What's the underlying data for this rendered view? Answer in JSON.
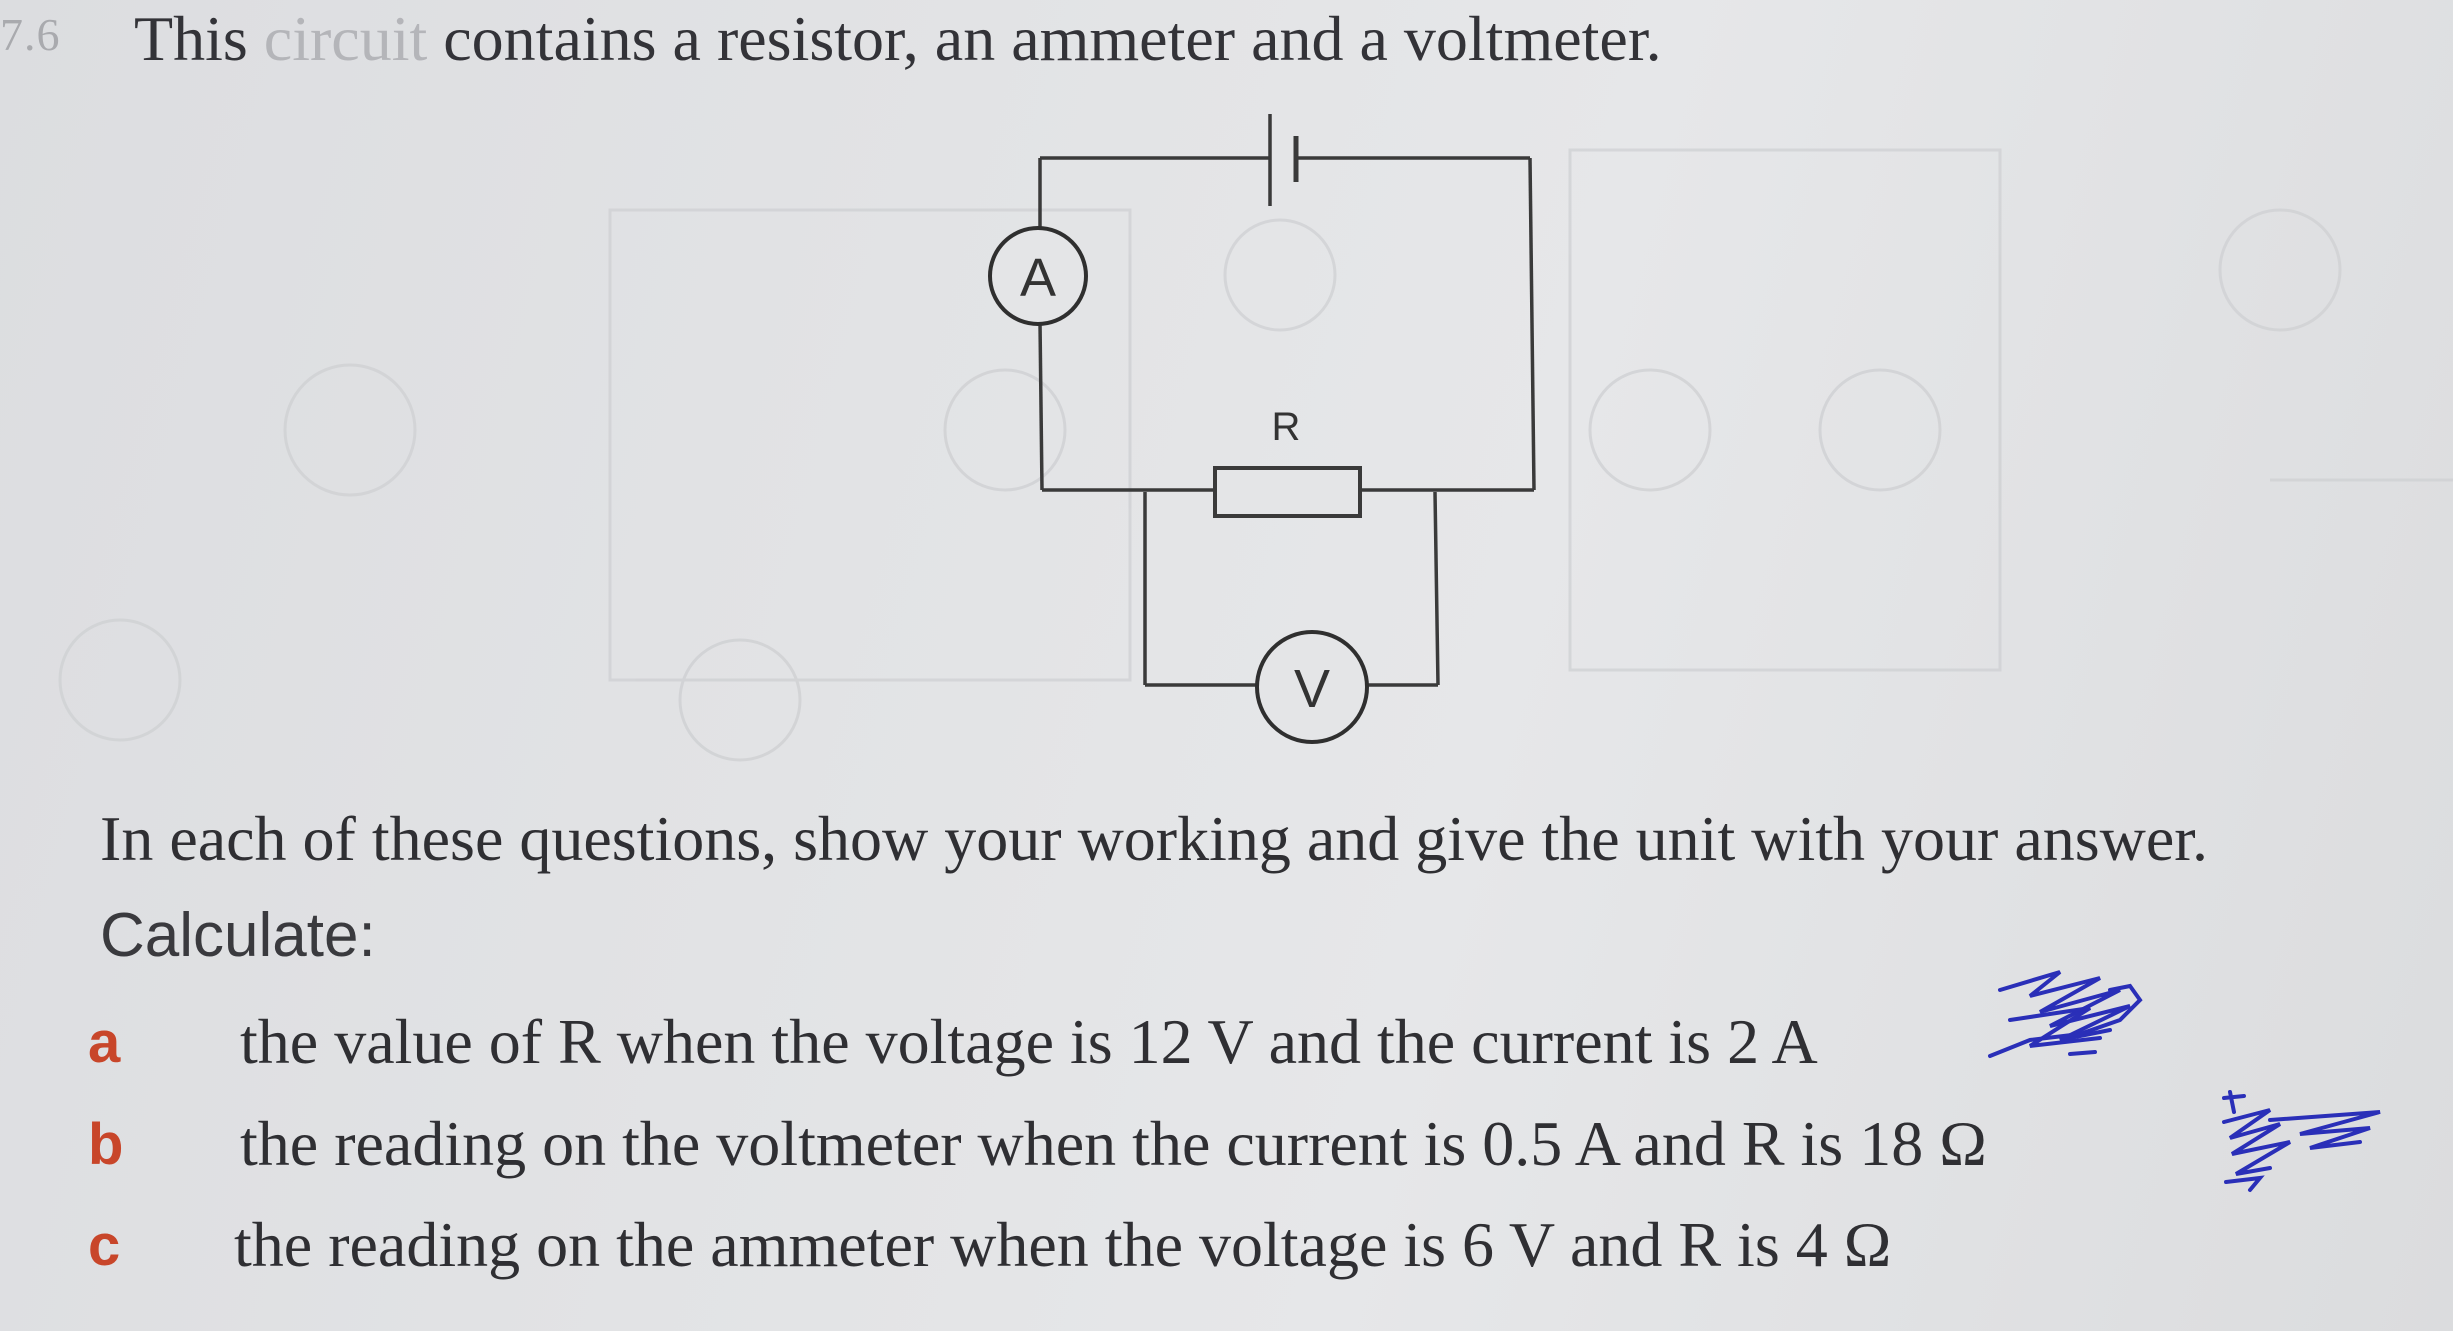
{
  "header": {
    "question_number": "7.6",
    "intro_start": "This ",
    "intro_faded": "circuit",
    "intro_end": " contains a resistor, an ammeter and a voltmeter."
  },
  "circuit": {
    "ammeter_label": "A",
    "resistor_label": "R",
    "voltmeter_label": "V"
  },
  "instructions": "In each of these questions, show your working and give the unit with your answer.",
  "calculate_label": "Calculate:",
  "questions": [
    {
      "letter": "a",
      "text": "the value of R when the voltage is 12 V and the current is 2 A"
    },
    {
      "letter": "b",
      "text": "the reading on the voltmeter when the current is 0.5 A and R is 18 Ω"
    },
    {
      "letter": "c",
      "text": "the reading on the ammeter when the voltage is 6 V and R is 4 Ω"
    }
  ],
  "colors": {
    "question_letter": "#c8462a",
    "ink_scribble": "#2a2fb8",
    "line": "#3a3a3a"
  }
}
